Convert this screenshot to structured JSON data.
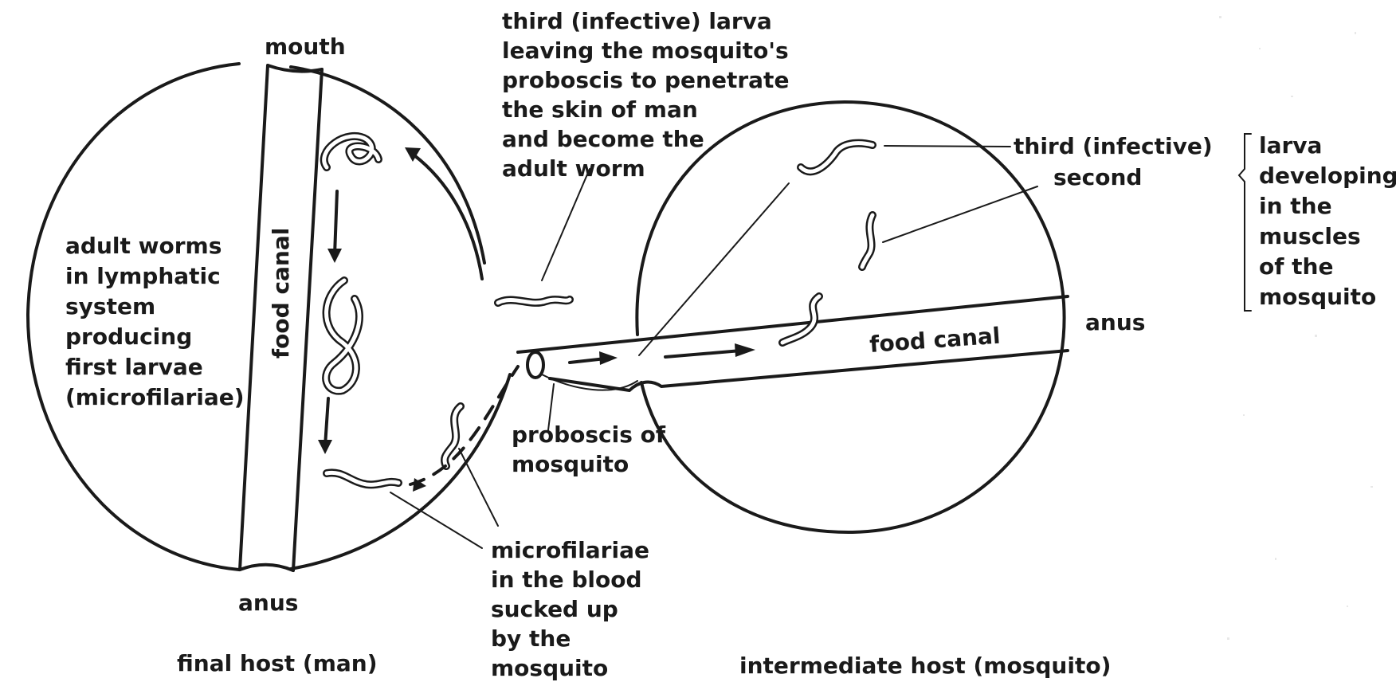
{
  "left_host": {
    "top_label": "mouth",
    "bottom_label": "anus",
    "canal_label": "food canal",
    "body_lines": [
      "adult worms",
      "in lymphatic",
      "system",
      "producing",
      "first larvae",
      "(microfilariae)"
    ],
    "caption": "final host (man)"
  },
  "infective_note": {
    "lines": [
      "third (infective) larva",
      "leaving the mosquito's",
      "proboscis to penetrate",
      "the skin of man",
      "and become the",
      "adult worm"
    ]
  },
  "proboscis_note": {
    "lines": [
      "proboscis of",
      "mosquito"
    ]
  },
  "microfilariae_note": {
    "lines": [
      "microfilariae",
      "in the blood",
      "sucked up",
      "by the",
      "mosquito"
    ]
  },
  "right_host": {
    "stage_third": "third (infective)",
    "stage_second": "second",
    "anus_label": "anus",
    "canal_label": "food canal",
    "caption": "intermediate host (mosquito)"
  },
  "bracket_note": {
    "lines": [
      "larva",
      "developing",
      "in the",
      "muscles",
      "of the",
      "mosquito"
    ]
  },
  "icons": {
    "worm": "worm-icon",
    "arrow": "arrow-icon"
  },
  "colors": {
    "ink": "#1a1a1a",
    "paper": "#ffffff"
  }
}
